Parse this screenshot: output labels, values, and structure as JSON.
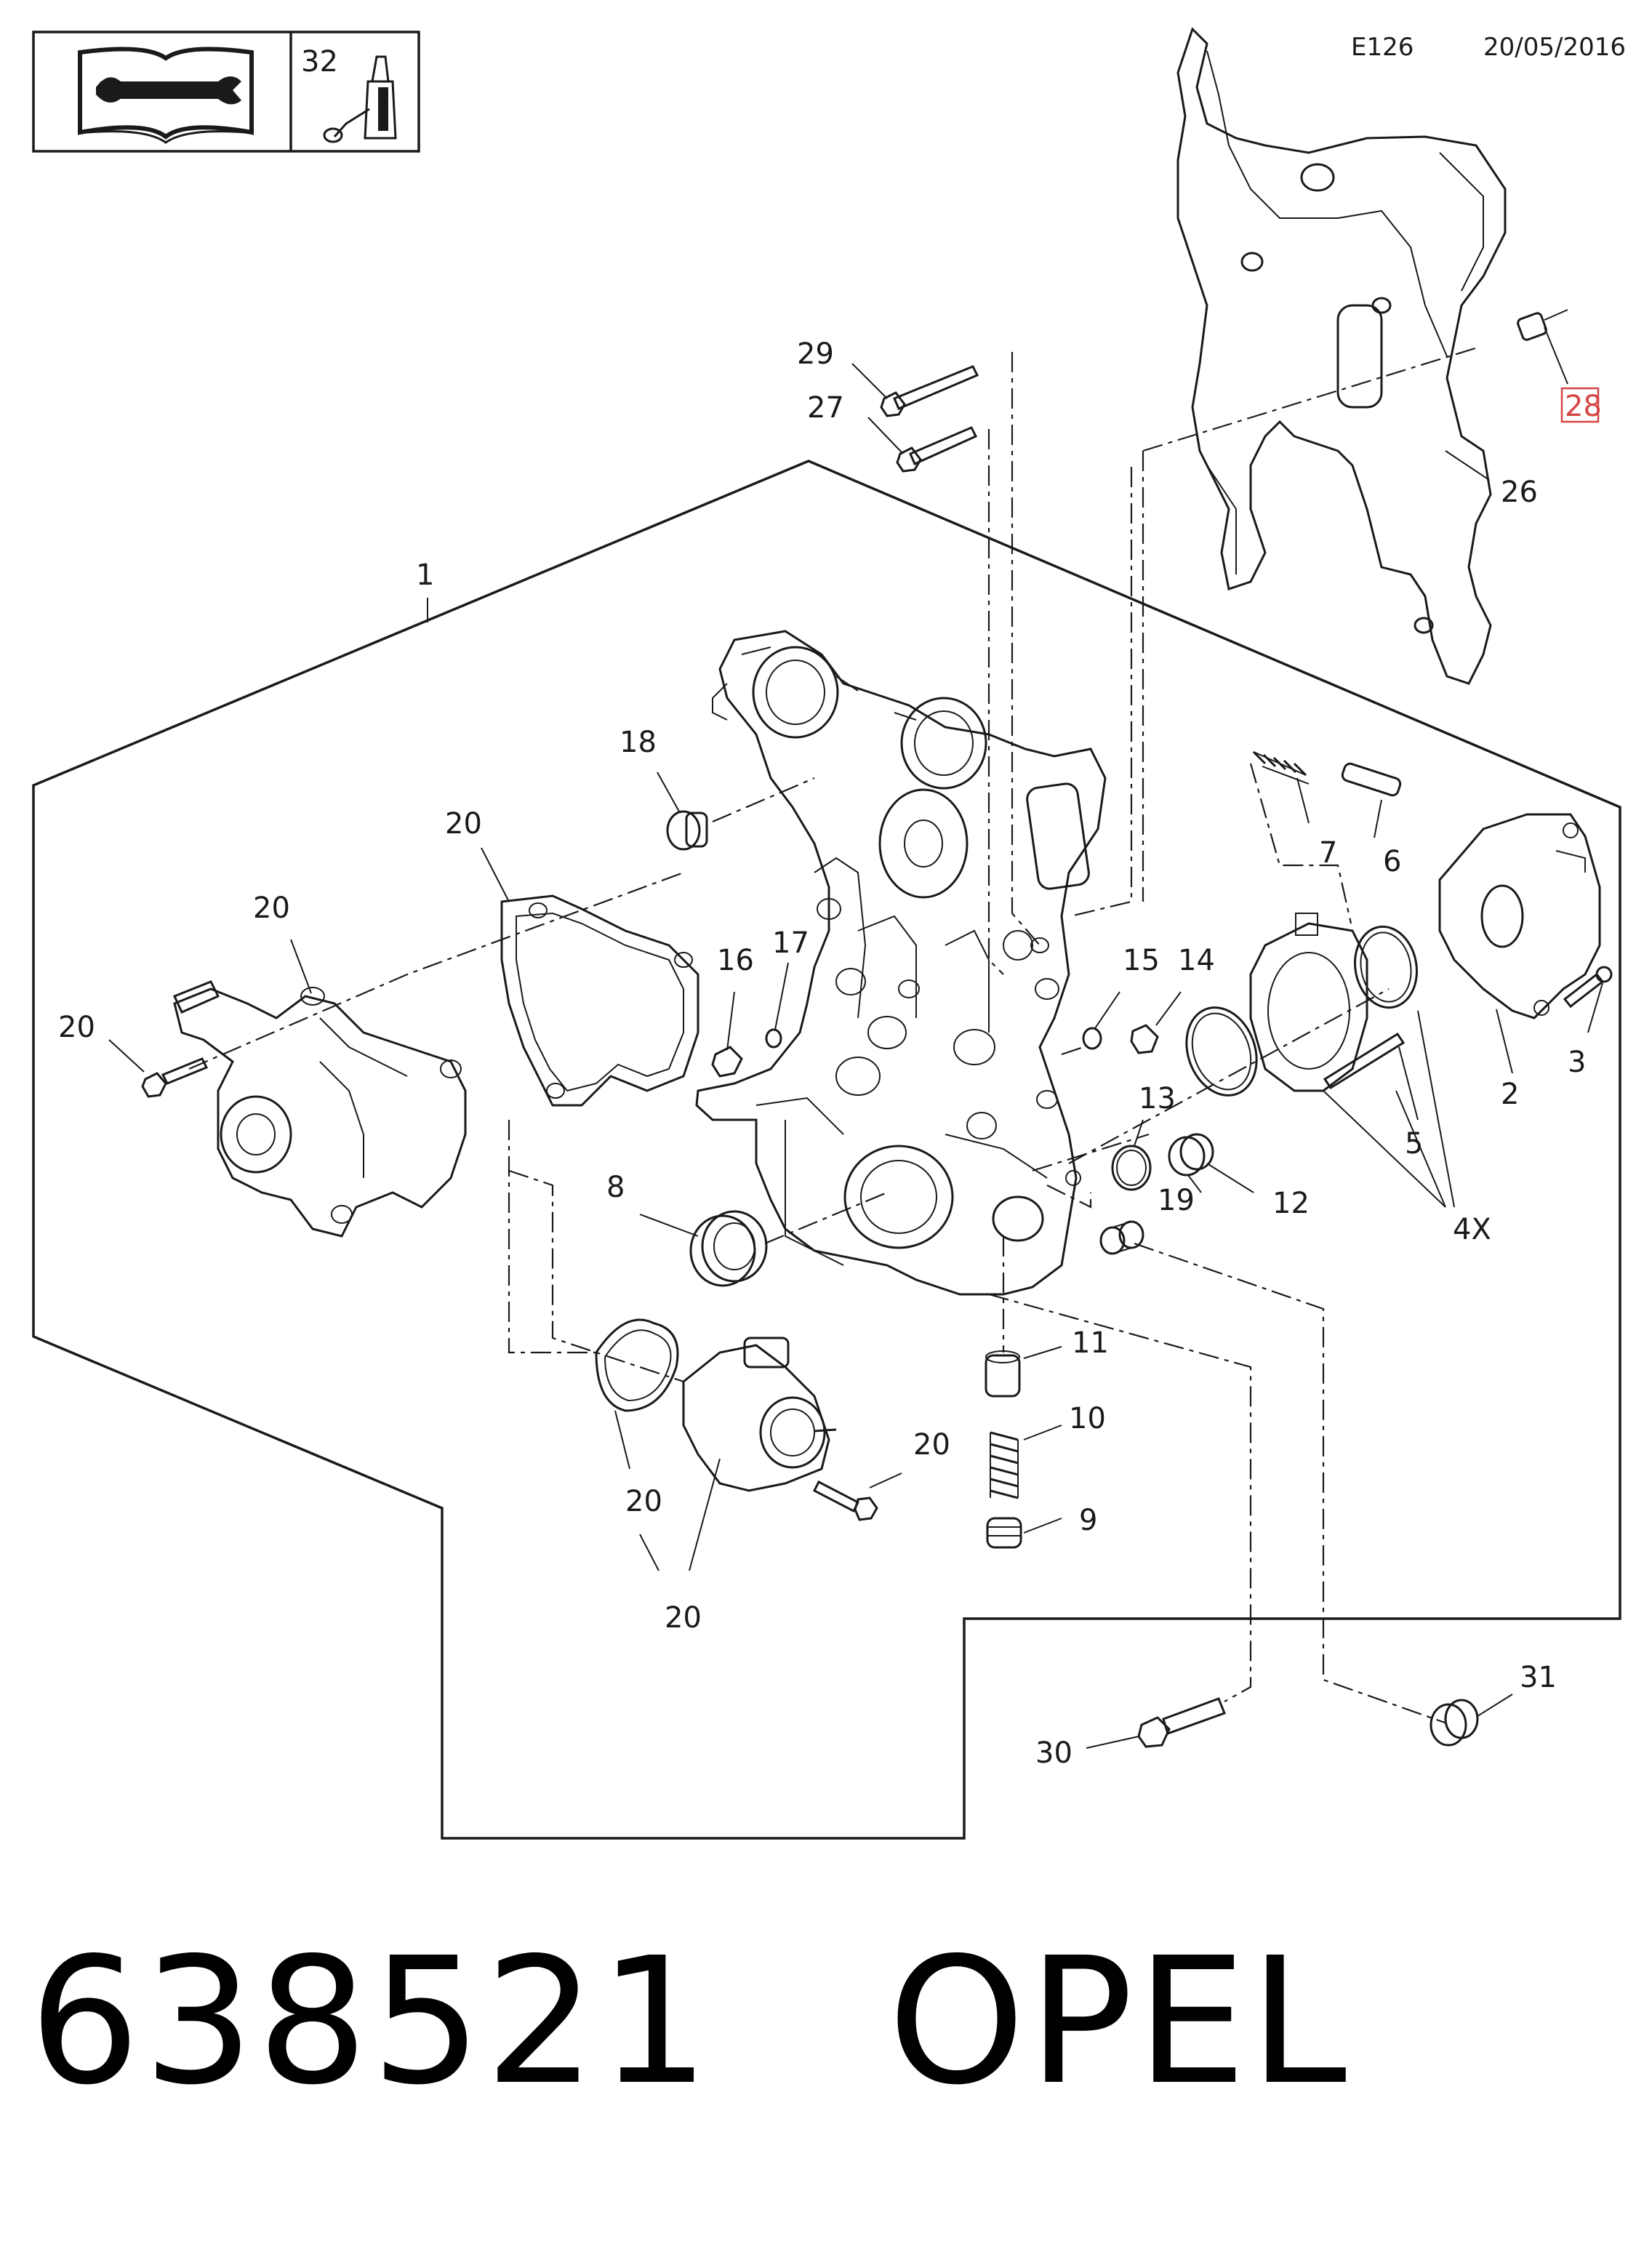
{
  "header": {
    "diagram_code": "E126",
    "date": "20/05/2016"
  },
  "legend_box": {
    "icon_manual": "repair-manual-wrench-icon",
    "count": "32",
    "icon_sealant": "sealant-tube-icon"
  },
  "callouts": [
    {
      "id": "c1",
      "text": "1"
    },
    {
      "id": "c2",
      "text": "2"
    },
    {
      "id": "c3",
      "text": "3"
    },
    {
      "id": "c4x",
      "text": "4X"
    },
    {
      "id": "c5",
      "text": "5"
    },
    {
      "id": "c6",
      "text": "6"
    },
    {
      "id": "c7",
      "text": "7"
    },
    {
      "id": "c8",
      "text": "8"
    },
    {
      "id": "c9",
      "text": "9"
    },
    {
      "id": "c10",
      "text": "10"
    },
    {
      "id": "c11",
      "text": "11"
    },
    {
      "id": "c12",
      "text": "12"
    },
    {
      "id": "c13",
      "text": "13"
    },
    {
      "id": "c14",
      "text": "14"
    },
    {
      "id": "c15",
      "text": "15"
    },
    {
      "id": "c16",
      "text": "16"
    },
    {
      "id": "c17",
      "text": "17"
    },
    {
      "id": "c18",
      "text": "18"
    },
    {
      "id": "c19",
      "text": "19"
    },
    {
      "id": "c20a",
      "text": "20"
    },
    {
      "id": "c20b",
      "text": "20"
    },
    {
      "id": "c20c",
      "text": "20"
    },
    {
      "id": "c20d",
      "text": "20"
    },
    {
      "id": "c20e",
      "text": "20"
    },
    {
      "id": "c20f",
      "text": "20"
    },
    {
      "id": "c26",
      "text": "26"
    },
    {
      "id": "c27",
      "text": "27"
    },
    {
      "id": "c28",
      "text": "28",
      "highlight": true
    },
    {
      "id": "c29",
      "text": "29"
    },
    {
      "id": "c30",
      "text": "30"
    },
    {
      "id": "c31",
      "text": "31"
    }
  ],
  "colors": {
    "line": "#1a1a1a",
    "highlight": "#d64545"
  },
  "footer": {
    "part_number": "638521",
    "brand": "OPEL"
  }
}
